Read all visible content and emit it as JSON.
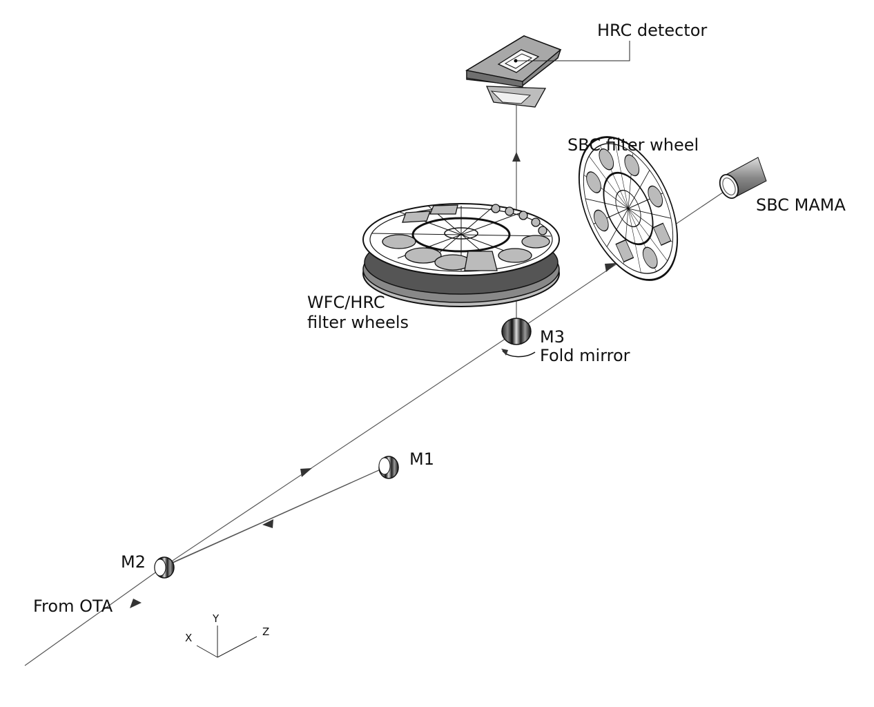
{
  "labels": {
    "hrc_detector": "HRC detector",
    "sbc_filter_wheel": "SBC filter wheel",
    "sbc_mama": "SBC MAMA",
    "wfc_hrc_line1": "WFC/HRC",
    "wfc_hrc_line2": "filter wheels",
    "m3": "M3",
    "fold_mirror": "Fold mirror",
    "m1": "M1",
    "m2": "M2",
    "from_ota": "From OTA"
  },
  "axes": {
    "x": "X",
    "y": "Y",
    "z": "Z"
  },
  "colors": {
    "ink": "#111111",
    "ray": "#555555",
    "shade": "#aaaaaa",
    "light": "#dcdcdc"
  }
}
